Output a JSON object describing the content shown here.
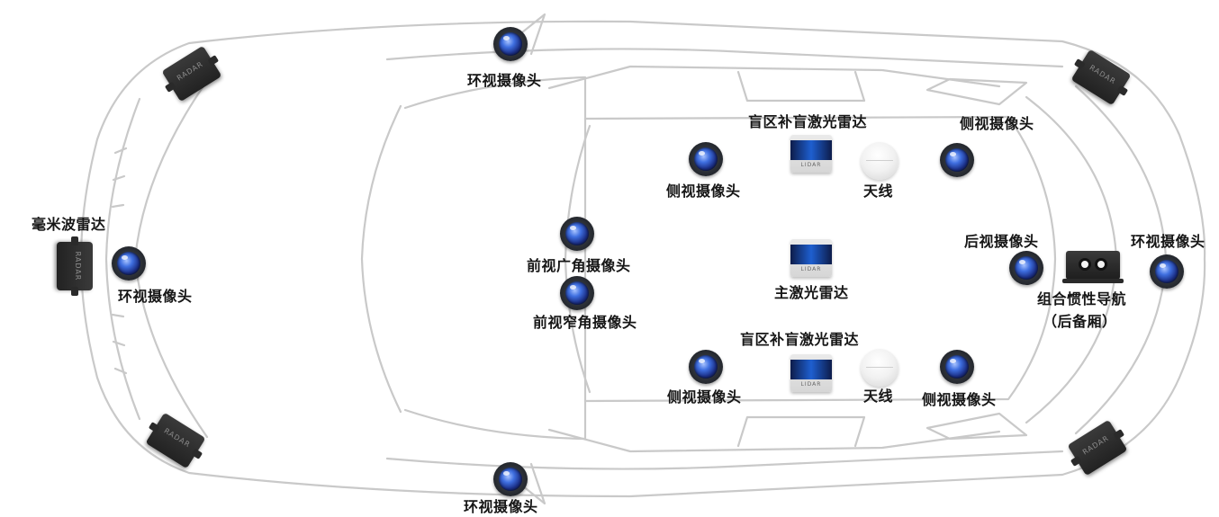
{
  "labels": {
    "surround_cam_top": "环视摄像头",
    "surround_cam_front": "环视摄像头",
    "surround_cam_rear": "环视摄像头",
    "surround_cam_bottom": "环视摄像头",
    "mmwave_radar": "毫米波雷达",
    "front_wide_cam": "前视广角摄像头",
    "front_narrow_cam": "前视窄角摄像头",
    "blind_lidar_top": "盲区补盲激光雷达",
    "blind_lidar_bottom": "盲区补盲激光雷达",
    "side_cam_top_left": "侧视摄像头",
    "side_cam_top_right": "侧视摄像头",
    "side_cam_bottom_left": "侧视摄像头",
    "side_cam_bottom_right": "侧视摄像头",
    "antenna_top": "天线",
    "antenna_bottom": "天线",
    "main_lidar": "主激光雷达",
    "rear_cam": "后视摄像头",
    "imu_line1": "组合惯性导航",
    "imu_line2": "（后备厢）"
  },
  "device_text": {
    "radar": "RADAR",
    "lidar": "LIDAR"
  },
  "colors": {
    "camera_lens": "#3f6fe0",
    "lidar_band": "#1e5fd0",
    "radar_body": "#2b2b2b",
    "car_outline": "#c9c9c9"
  }
}
